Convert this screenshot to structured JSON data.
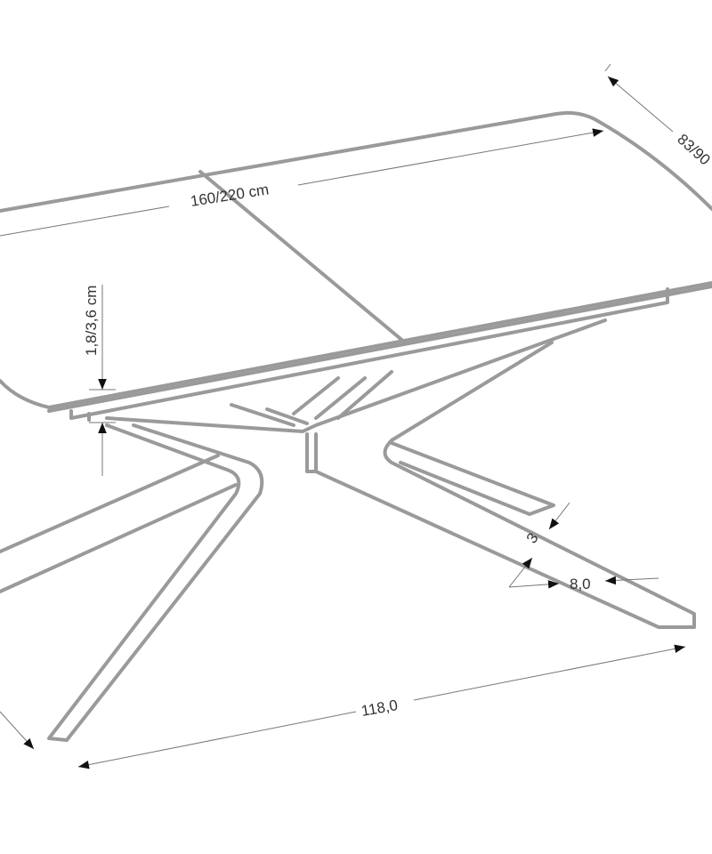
{
  "drawing": {
    "dimensions": {
      "length": "160/220 cm",
      "width": "83/90",
      "top_thickness": "1,8/3,6 cm",
      "leg_thickness": "3",
      "leg_width": "8,0",
      "leg_span": "118,0"
    }
  }
}
